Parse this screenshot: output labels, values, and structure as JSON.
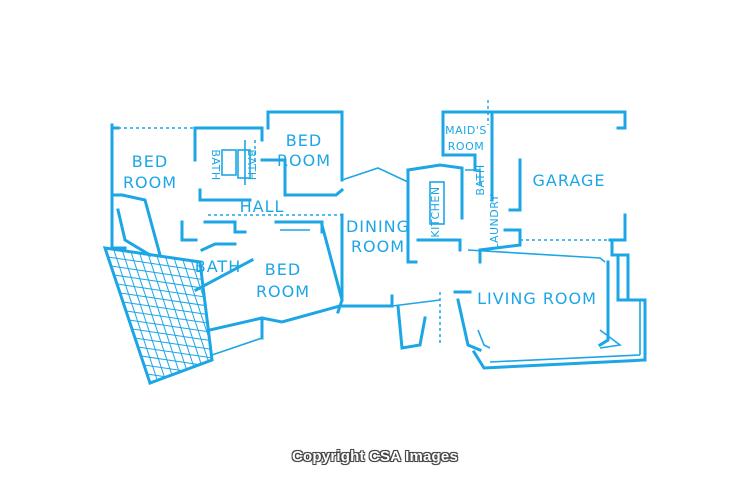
{
  "floor_plan": {
    "color": "#1ca6e6",
    "rooms": {
      "bed_room_left": [
        "BED",
        "ROOM"
      ],
      "bed_room_top": [
        "BED",
        "ROOM"
      ],
      "bed_room_center": [
        "BED",
        "ROOM"
      ],
      "bath_1": "BATH",
      "bath_2": "BATH",
      "bath_3": "BATH",
      "bath_4": "BATH",
      "hall": "HALL",
      "dining_room": [
        "DINING",
        "ROOM"
      ],
      "kitchen": "KITCHEN",
      "maids_room": [
        "MAID'S",
        "ROOM"
      ],
      "laundry": "LAUNDRY",
      "garage": "GARAGE",
      "living_room": "LIVING ROOM"
    }
  },
  "copyright": "Copyright CSA Images"
}
